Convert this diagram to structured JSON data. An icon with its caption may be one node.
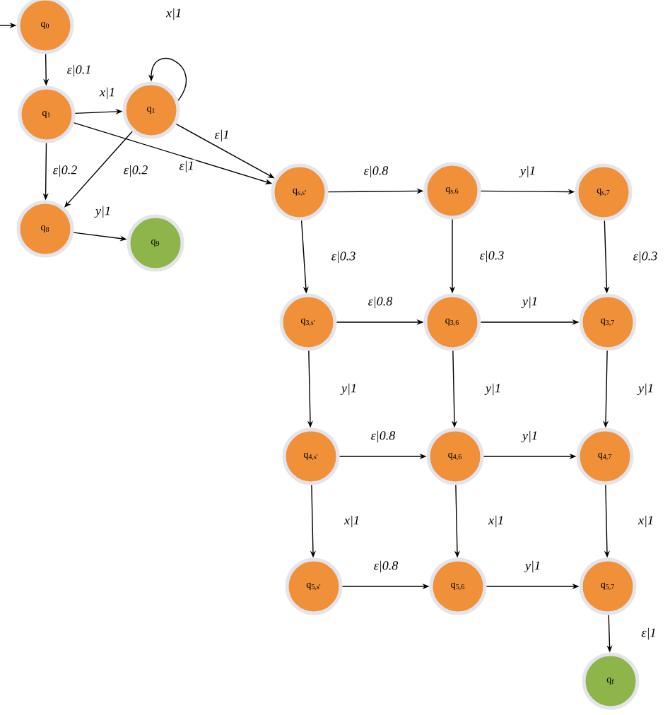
{
  "diagram": {
    "nodes": [
      {
        "text": [
          "q$_{0}$"
        ]
      },
      {
        "text": [
          "q$_{1}$"
        ]
      },
      {
        "text": [
          "q$_{1}$"
        ]
      },
      {
        "text": [
          "q$_{8}$"
        ]
      },
      {
        "text": [
          "q$_{9}$"
        ]
      },
      {
        "text": [
          "q$_{s,s'}$"
        ]
      },
      {
        "text": [
          "q$_{s,6}$"
        ]
      },
      {
        "text": [
          "q$_{s,7}$"
        ]
      },
      {
        "text": [
          "q$_{3,s'}$"
        ]
      },
      {
        "text": [
          "q$_{3,6}$"
        ]
      },
      {
        "text": [
          "q$_{3,7}$"
        ]
      },
      {
        "text": [
          "q$_{4,s'}$"
        ]
      },
      {
        "text": [
          "q$_{4,6}$"
        ]
      },
      {
        "text": [
          "q$_{4,7}$"
        ]
      },
      {
        "text": [
          "q$_{5,s'}$"
        ]
      },
      {
        "text": [
          "q$_{5,6}$"
        ]
      },
      {
        "text": [
          "q$_{5,7}$"
        ]
      },
      {
        "text": [
          "q$_{f}$"
        ]
      }
    ],
    "edges": [
      {
        "from": null,
        "to": 0,
        "arrow": "to"
      },
      {
        "from": 0,
        "to": 1,
        "arrow": "to",
        "label": "ε|0.1"
      },
      {
        "from": 1,
        "to": 2,
        "arrow": "to",
        "label": "x|1"
      },
      {
        "from": 2,
        "to": 2,
        "arrow": "to",
        "label": "x|1"
      },
      {
        "from": 2,
        "to": 5,
        "arrow": "to",
        "label": "ε|1"
      },
      {
        "from": 1,
        "to": 5,
        "arrow": "to",
        "label": "ε|1"
      },
      {
        "from": 1,
        "to": 3,
        "arrow": "to",
        "label": "ε|0.2"
      },
      {
        "from": 2,
        "to": 3,
        "arrow": "to",
        "label": "ε|0.2"
      },
      {
        "from": 3,
        "to": 4,
        "arrow": "to",
        "label": "y|1"
      },
      {
        "from": 5,
        "to": 6,
        "arrow": "to",
        "label": "ε|0.8"
      },
      {
        "from": 6,
        "to": 7,
        "arrow": "to",
        "label": "y|1"
      },
      {
        "from": 5,
        "to": 8,
        "arrow": "to",
        "label": "ε|0.3"
      },
      {
        "from": 6,
        "to": 9,
        "arrow": "to",
        "label": "ε|0.3"
      },
      {
        "from": 7,
        "to": 10,
        "arrow": "to",
        "label": "ε|0.3"
      },
      {
        "from": 8,
        "to": 9,
        "arrow": "to",
        "label": "ε|0.8"
      },
      {
        "from": 9,
        "to": 10,
        "arrow": "to",
        "label": "y|1"
      },
      {
        "from": 8,
        "to": 11,
        "arrow": "to",
        "label": "y|1"
      },
      {
        "from": 9,
        "to": 12,
        "arrow": "to",
        "label": "y|1"
      },
      {
        "from": 10,
        "to": 13,
        "arrow": "to",
        "label": "y|1"
      },
      {
        "from": 11,
        "to": 12,
        "arrow": "to",
        "label": "ε|0.8"
      },
      {
        "from": 12,
        "to": 13,
        "arrow": "to",
        "label": "y|1"
      },
      {
        "from": 11,
        "to": 14,
        "arrow": "to",
        "label": "x|1"
      },
      {
        "from": 12,
        "to": 15,
        "arrow": "to",
        "label": "x|1"
      },
      {
        "from": 13,
        "to": 16,
        "arrow": "to",
        "label": "x|1"
      },
      {
        "from": 14,
        "to": 15,
        "arrow": "to",
        "label": "ε|0.8"
      },
      {
        "from": 15,
        "to": 16,
        "arrow": "to",
        "label": "y|1"
      },
      {
        "from": 16,
        "to": 17,
        "arrow": "to",
        "label": "ε|1"
      }
    ]
  }
}
